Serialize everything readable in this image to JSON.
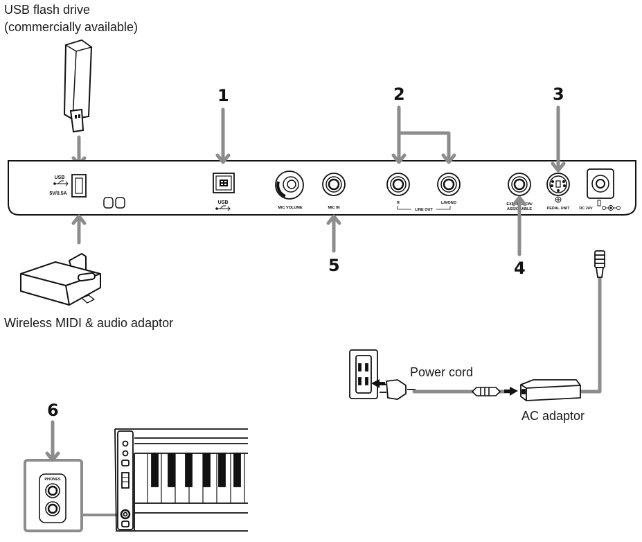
{
  "labels": {
    "usb_flash_line1": "USB flash drive",
    "usb_flash_line2": "(commercially available)",
    "wireless": "Wireless MIDI & audio adaptor",
    "power_cord": "Power cord",
    "ac_adaptor": "AC adaptor"
  },
  "numbers": {
    "n1": "1",
    "n2": "2",
    "n3": "3",
    "n4": "4",
    "n5": "5",
    "n6": "6"
  },
  "panel": {
    "usb_a_top": "USB",
    "usb_a_rating": "5V/0.5A",
    "usb_b": "USB",
    "mic_volume": "MIC VOLUME",
    "mic_in": "MIC IN",
    "line_out_r": "R",
    "line_out": "LINE OUT",
    "line_out_l": "L/MONO",
    "expression_1": "EXPRESSION/",
    "expression_2": "ASSIGNABLE",
    "pedal_unit": "PEDAL UNIT",
    "dc_24v": "DC 24V",
    "phones": "PHONES"
  },
  "colors": {
    "arrow": "#8c8c8c",
    "outline": "#111111",
    "panel": "#ffffff"
  }
}
